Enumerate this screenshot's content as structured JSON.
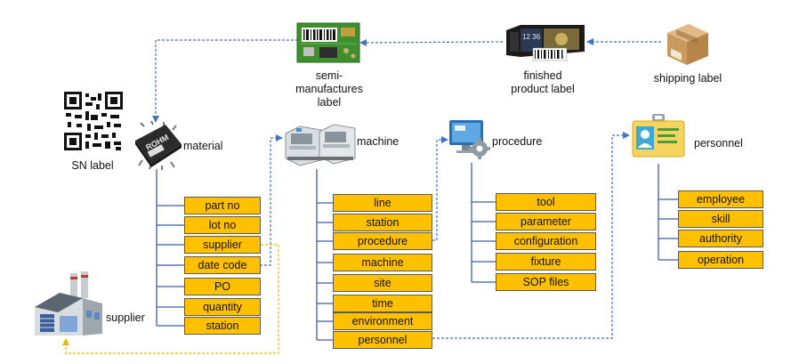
{
  "nodes": {
    "sn_label": "SN label",
    "material": "material",
    "supplier": "supplier",
    "semi": [
      "semi-",
      "manufactures",
      "label"
    ],
    "finished": [
      "finished",
      "product label"
    ],
    "shipping": "shipping label",
    "machine": "machine",
    "procedure": "procedure",
    "personnel": "personnel"
  },
  "material_fields": [
    "part no",
    "lot no",
    "supplier",
    "date code",
    "PO",
    "quantity",
    "station"
  ],
  "machine_fields": [
    "line",
    "station",
    "procedure",
    "machine",
    "site",
    "time",
    "environment",
    "personnel"
  ],
  "procedure_fields": [
    "tool",
    "parameter",
    "configuration",
    "fixture",
    "SOP files"
  ],
  "personnel_fields": [
    "employee",
    "skill",
    "authority",
    "operation"
  ],
  "icon_text": {
    "chip_brand": "ROHM",
    "display_time": "12 36"
  },
  "colors": {
    "field_fill": "#ffc000",
    "tree_line": "#3b5ea8",
    "flow_arrow": "#4472c4",
    "supplier_arrow": "#e6b800"
  }
}
